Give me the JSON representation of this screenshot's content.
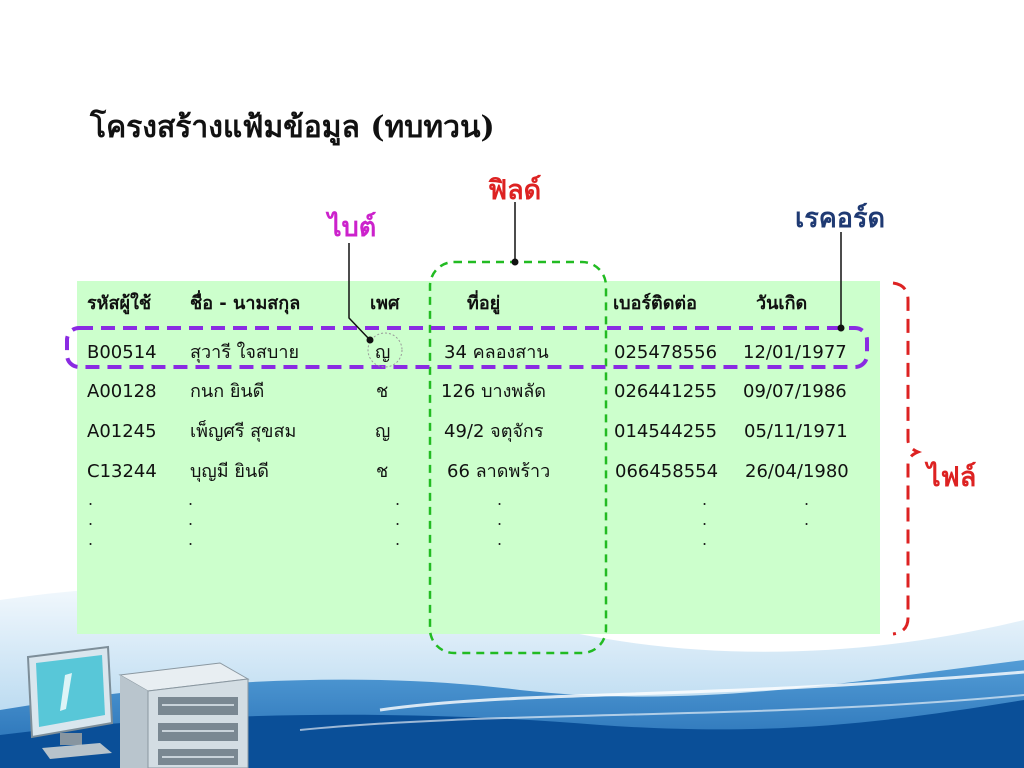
{
  "slide": {
    "title": "โครงสร้างแฟ้มข้อมูล (ทบทวน)"
  },
  "labels": {
    "field": "ฟิลด์",
    "byte": "ไบต์",
    "record": "เรคอร์ด",
    "file": "ไฟล์"
  },
  "table": {
    "headers": [
      "รหัสผู้ใช้",
      "ชื่อ - นามสกุล",
      "เพศ",
      "ที่อยู่",
      "เบอร์ติดต่อ",
      "วันเกิด"
    ],
    "rows": [
      [
        "B00514",
        "สุวารี  ใจสบาย",
        "ญ",
        "34 คลองสาน",
        "025478556",
        "12/01/1977"
      ],
      [
        "A00128",
        "กนก  ยินดี",
        "ช",
        "126  บางพลัด",
        "026441255",
        "09/07/1986"
      ],
      [
        "A01245",
        "เพ็ญศรี  สุขสม",
        "ญ",
        "49/2 จตุจักร",
        "014544255",
        "05/11/1971"
      ],
      [
        "C13244",
        "บุญมี  ยินดี",
        "ช",
        "66  ลาดพร้าว",
        "066458554",
        "26/04/1980"
      ]
    ],
    "ellipsis": "."
  },
  "colors": {
    "table_bg": "#ccffcc",
    "field_box": "#22bb22",
    "record_box": "#8a2be2",
    "file_bracket": "#dd2222",
    "field_label": "#dd2222",
    "byte_label": "#cc22cc",
    "record_label": "#1f3a73",
    "file_label": "#dd2222"
  }
}
